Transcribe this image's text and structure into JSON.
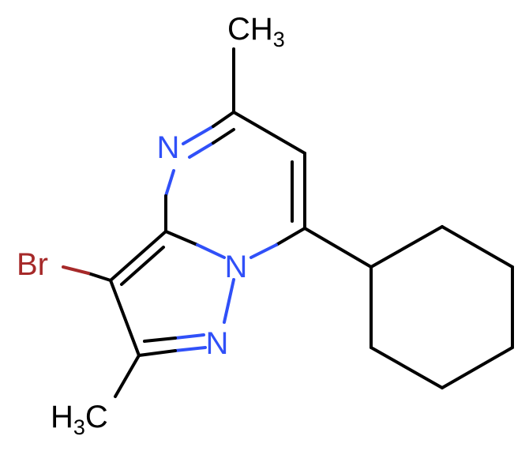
{
  "molecule": {
    "atoms": {
      "n_pyrimidine": "N",
      "n_bridge": "N",
      "n_pyrazole": "N",
      "bromine": "Br",
      "methyl_top": {
        "main": "CH",
        "sub": "3"
      },
      "methyl_bottom": {
        "prefix": "H",
        "sub": "3",
        "main": "C"
      }
    }
  },
  "colors": {
    "bond": "#000000",
    "nitrogen": "#3050F8",
    "bromine": "#A62929",
    "carbon_label": "#000000"
  }
}
